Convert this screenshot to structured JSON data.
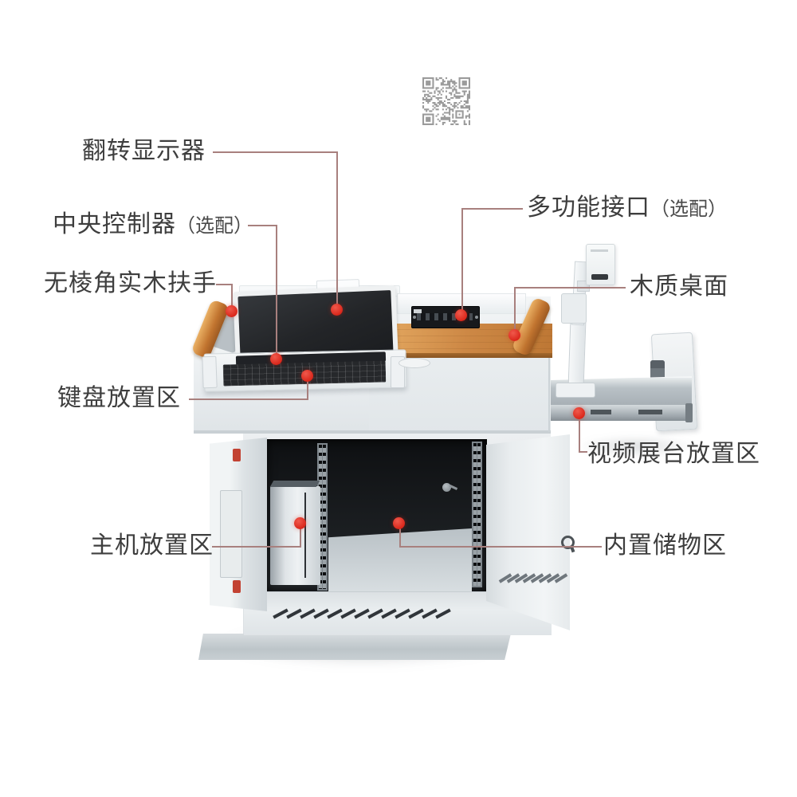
{
  "page": {
    "background": "#ffffff",
    "description": "Annotated product photo-diagram of a multimedia teaching podium (lectern) with callout labels"
  },
  "qr_code": {
    "present": true,
    "color": "#9b9b9b"
  },
  "product": {
    "name": "multimedia-podium",
    "colors": {
      "body": "#e8ecee",
      "wood": "#c9803d",
      "screen": "#26282b",
      "interior": "#1a1d20",
      "leader_line": "#a8807e",
      "marker_dot": "#e0352a",
      "label_text": "#3e3e3e"
    }
  },
  "annotations": [
    {
      "id": "flip-monitor",
      "text": "翻转显示器",
      "suffix": ""
    },
    {
      "id": "central-controller",
      "text": "中央控制器",
      "suffix": "（选配）"
    },
    {
      "id": "solid-wood-armrest",
      "text": "无棱角实木扶手",
      "suffix": ""
    },
    {
      "id": "keyboard-area",
      "text": "键盘放置区",
      "suffix": ""
    },
    {
      "id": "host-computer-area",
      "text": "主机放置区",
      "suffix": ""
    },
    {
      "id": "multi-function-ports",
      "text": "多功能接口",
      "suffix": "（选配）"
    },
    {
      "id": "wooden-desktop",
      "text": "木质桌面",
      "suffix": ""
    },
    {
      "id": "document-camera-area",
      "text": "视频展台放置区",
      "suffix": ""
    },
    {
      "id": "built-in-storage",
      "text": "内置储物区",
      "suffix": ""
    }
  ]
}
